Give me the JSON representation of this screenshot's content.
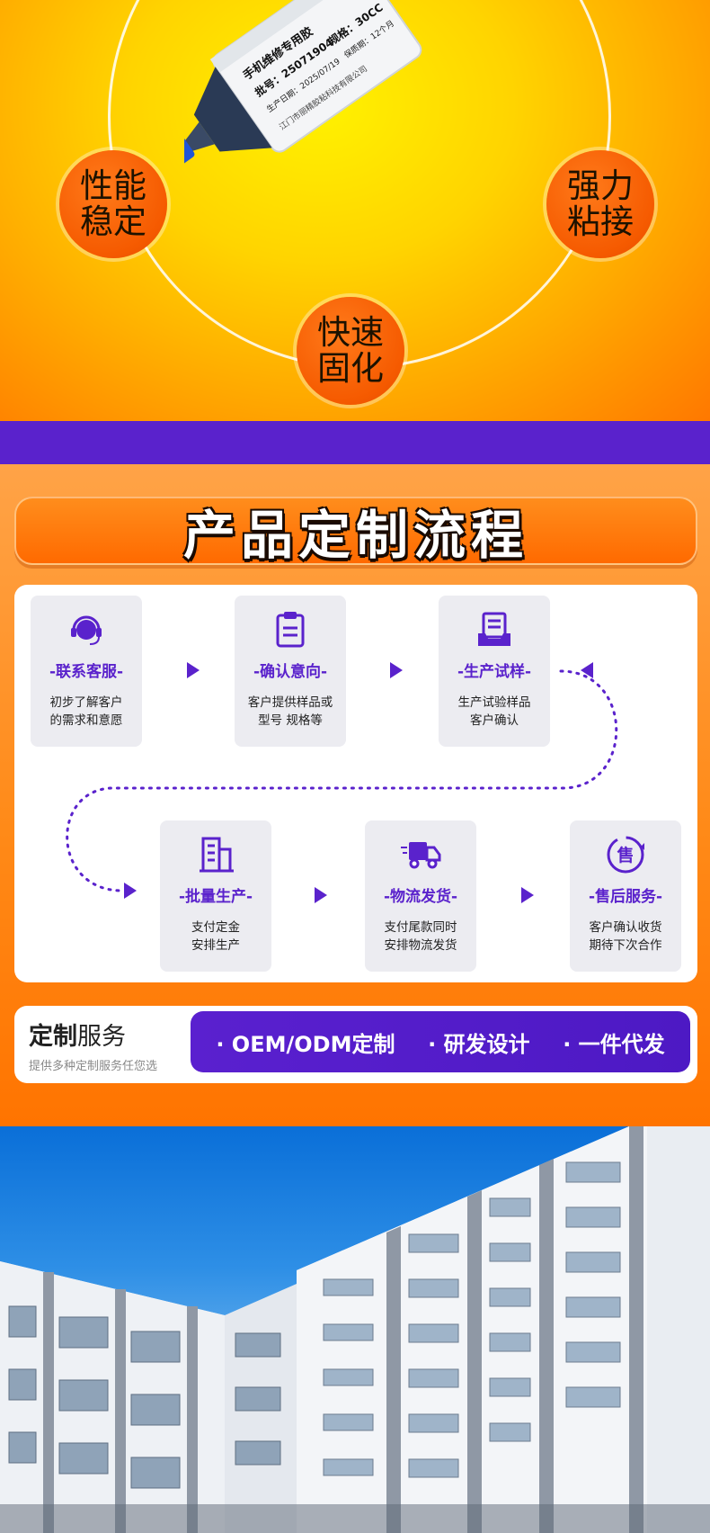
{
  "hero": {
    "badges": [
      {
        "line1": "性能",
        "line2": "稳定"
      },
      {
        "line1": "强力",
        "line2": "粘接"
      },
      {
        "line1": "快速",
        "line2": "固化"
      }
    ],
    "tube_label": {
      "name": "手机维修专用胶",
      "batch": "批号：25071904",
      "spec": "规格：30CC",
      "date": "生产日期：2025/07/19",
      "shelf": "保质期：12个月",
      "maker": "江门市丽精胶粘科技有限公司"
    }
  },
  "process": {
    "title": "产品定制流程",
    "steps": [
      {
        "title": "-联系客服-",
        "desc": "初步了解客户\n的需求和意愿",
        "icon": "headset-icon"
      },
      {
        "title": "-确认意向-",
        "desc": "客户提供样品或\n型号 规格等",
        "icon": "clipboard-icon"
      },
      {
        "title": "-生产试样-",
        "desc": "生产试验样品\n客户确认",
        "icon": "document-tray-icon"
      },
      {
        "title": "-批量生产-",
        "desc": "支付定金\n安排生产",
        "icon": "building-icon"
      },
      {
        "title": "-物流发货-",
        "desc": "支付尾款同时\n安排物流发货",
        "icon": "truck-icon"
      },
      {
        "title": "-售后服务-",
        "desc": "客户确认收货\n期待下次合作",
        "icon": "after-sales-icon"
      }
    ],
    "accent_color": "#5a22cc"
  },
  "service": {
    "title_bold": "定制",
    "title_rest": "服务",
    "subtitle": "提供多种定制服务任您选",
    "items": [
      "OEM/ODM定制",
      "研发设计",
      "一件代发"
    ]
  },
  "colors": {
    "orange": "#ff7a00",
    "purple": "#5a22cc",
    "yellow": "#ffd400"
  }
}
